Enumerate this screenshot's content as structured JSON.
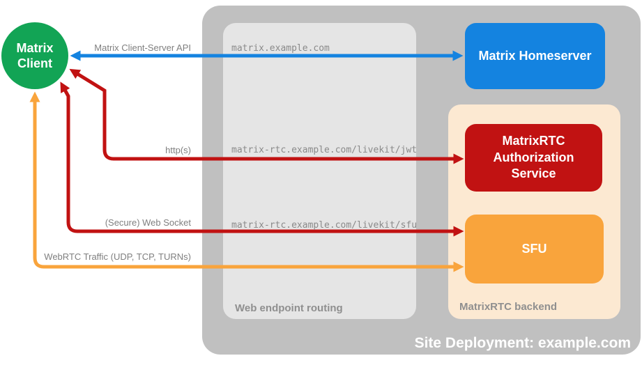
{
  "client": {
    "label": "Matrix Client"
  },
  "homeserver": {
    "label": "Matrix Homeserver"
  },
  "routing": {
    "label": "Web endpoint routing",
    "endpoints": [
      "matrix.example.com",
      "matrix-rtc.example.com/livekit/jwt",
      "matrix-rtc.example.com/livekit/sfu"
    ]
  },
  "backend": {
    "label": "MatrixRTC backend",
    "auth_service": {
      "label": "MatrixRTC Authorization Service"
    },
    "sfu": {
      "label": "SFU"
    }
  },
  "connections": {
    "client_server_api": {
      "label": "Matrix Client-Server API",
      "color": "#1483e0"
    },
    "https": {
      "label": "http(s)",
      "color": "#c11212"
    },
    "websocket": {
      "label": "(Secure) Web Socket",
      "color": "#c11212"
    },
    "webrtc": {
      "label": "WebRTC Traffic (UDP, TCP, TURNs)",
      "color": "#f9a43c"
    }
  },
  "deployment": {
    "label": "Site Deployment: example.com"
  },
  "colors": {
    "client_green": "#12a455",
    "homeserver_blue": "#1483e0",
    "auth_red": "#c11212",
    "sfu_orange": "#f9a43c",
    "backend_peach": "#fce9d2",
    "container_gray": "#c0c0c0",
    "routing_gray": "#e5e5e5",
    "label_gray": "#7f7f7f",
    "url_gray": "#8a8a8a",
    "box_label_gray": "#8f8f8f",
    "title_white": "#ffffff"
  }
}
